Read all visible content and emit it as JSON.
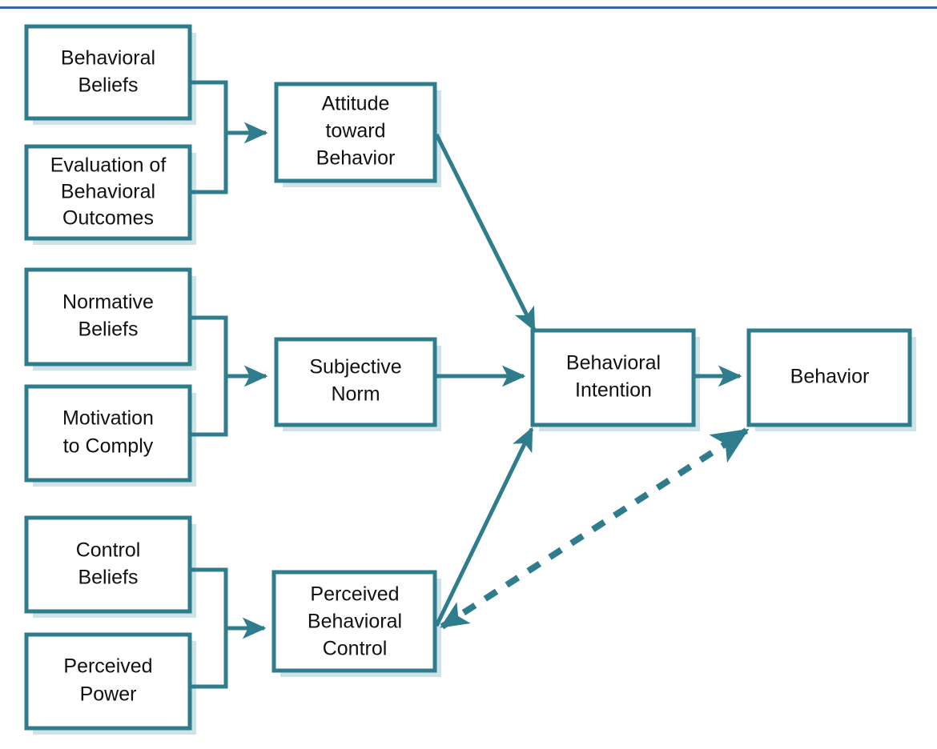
{
  "figure": {
    "kind": "flow-diagram",
    "title_rule": "top-horizontal-rule",
    "background_color": "#ffffff"
  },
  "colors": {
    "box_border": "#2e7c8c",
    "box_fill": "#ffffff",
    "box_shadow": "#cde3e8",
    "connector": "#2e7c8c",
    "top_rule": "#3a65a8",
    "text": "#111111"
  },
  "nodes": {
    "behavioral_beliefs": {
      "label_line1": "Behavioral",
      "label_line2": "Beliefs"
    },
    "evaluation_outcomes": {
      "label_line1": "Evaluation of",
      "label_line2": "Behavioral",
      "label_line3": "Outcomes"
    },
    "attitude_toward_behavior": {
      "label_line1": "Attitude",
      "label_line2": "toward",
      "label_line3": "Behavior"
    },
    "normative_beliefs": {
      "label_line1": "Normative",
      "label_line2": "Beliefs"
    },
    "motivation_to_comply": {
      "label_line1": "Motivation",
      "label_line2": "to Comply"
    },
    "subjective_norm": {
      "label_line1": "Subjective",
      "label_line2": "Norm"
    },
    "control_beliefs": {
      "label_line1": "Control",
      "label_line2": "Beliefs"
    },
    "perceived_power": {
      "label_line1": "Perceived",
      "label_line2": "Power"
    },
    "perceived_behavioral_control": {
      "label_line1": "Perceived",
      "label_line2": "Behavioral",
      "label_line3": "Control"
    },
    "behavioral_intention": {
      "label_line1": "Behavioral",
      "label_line2": "Intention"
    },
    "behavior": {
      "label_line1": "Behavior"
    }
  },
  "edges": [
    {
      "name": "beliefs-bracket-to-attitude",
      "from": [
        "behavioral_beliefs",
        "evaluation_outcomes"
      ],
      "to": "attitude_toward_behavior",
      "style": "solid",
      "arrow": "single"
    },
    {
      "name": "normative-bracket-to-subjective-norm",
      "from": [
        "normative_beliefs",
        "motivation_to_comply"
      ],
      "to": "subjective_norm",
      "style": "solid",
      "arrow": "single"
    },
    {
      "name": "control-bracket-to-pbc",
      "from": [
        "control_beliefs",
        "perceived_power"
      ],
      "to": "perceived_behavioral_control",
      "style": "solid",
      "arrow": "single"
    },
    {
      "name": "attitude-to-intention",
      "from": [
        "attitude_toward_behavior"
      ],
      "to": "behavioral_intention",
      "style": "solid",
      "arrow": "single"
    },
    {
      "name": "subjective-norm-to-intention",
      "from": [
        "subjective_norm"
      ],
      "to": "behavioral_intention",
      "style": "solid",
      "arrow": "single"
    },
    {
      "name": "pbc-to-intention",
      "from": [
        "perceived_behavioral_control"
      ],
      "to": "behavioral_intention",
      "style": "solid",
      "arrow": "single"
    },
    {
      "name": "intention-to-behavior",
      "from": [
        "behavioral_intention"
      ],
      "to": "behavior",
      "style": "solid",
      "arrow": "single"
    },
    {
      "name": "pbc-to-behavior",
      "from": [
        "perceived_behavioral_control"
      ],
      "to": "behavior",
      "style": "dashed",
      "arrow": "double"
    }
  ]
}
